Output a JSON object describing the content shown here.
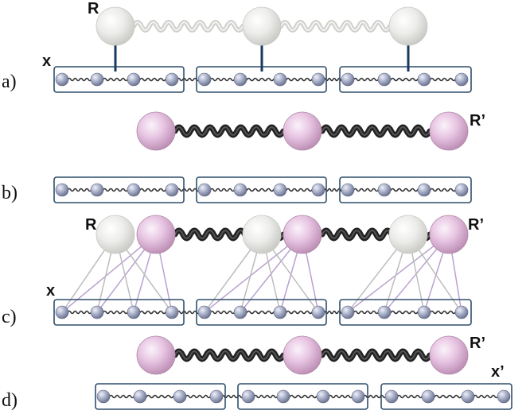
{
  "panels": [
    {
      "id": "a",
      "label": "a)"
    },
    {
      "id": "b",
      "label": "b)"
    },
    {
      "id": "c",
      "label": "c)"
    },
    {
      "id": "d",
      "label": "d)"
    }
  ],
  "bead_labels": {
    "R": "R",
    "R_prime": "R’",
    "x": "x",
    "x_prime": "x’"
  },
  "colors": {
    "cg_bead_gray": "#ececea",
    "cg_bead_pink": "#e8c6e3",
    "atom_bead": "#a9b0c9",
    "box_outline": "#2f4f6c",
    "arrow": "#183a5e",
    "spring_dark": "#222222",
    "spring_light": "#cfcfcb",
    "line_gray": "#bdbdbd",
    "line_purple": "#b9a2d0"
  },
  "icons": {
    "cg_bead": "sphere",
    "atom": "small-sphere",
    "spring": "coil-spring",
    "mapping_arrow": "arrow-up"
  }
}
